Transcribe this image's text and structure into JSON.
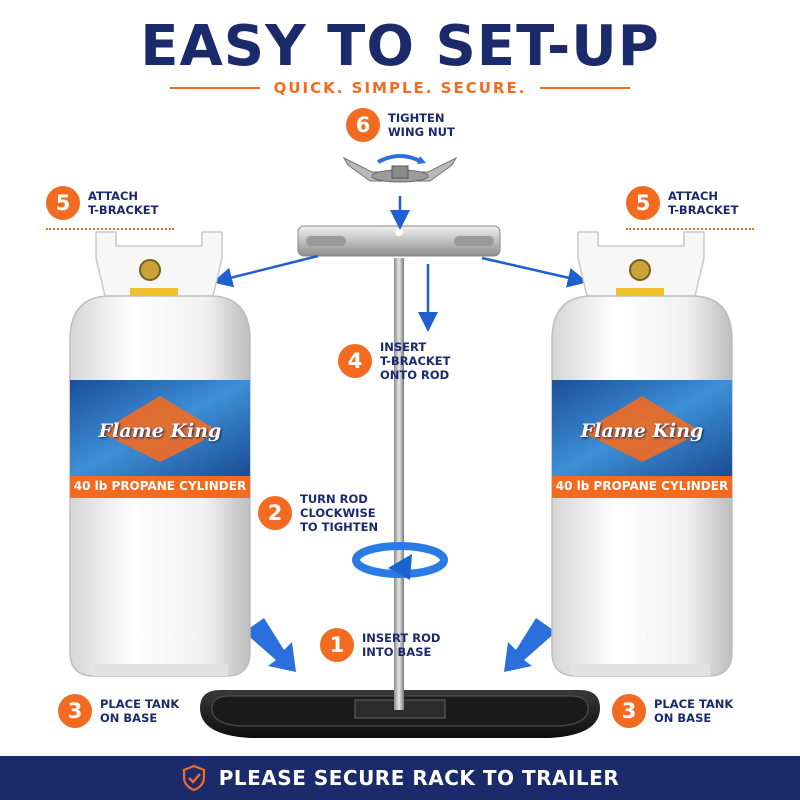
{
  "header": {
    "title": "EASY TO SET-UP",
    "subtitle": "QUICK. SIMPLE. SECURE."
  },
  "steps": [
    {
      "number": "1",
      "text": "INSERT ROD\nINTO BASE"
    },
    {
      "number": "2",
      "text": "TURN ROD\nCLOCKWISE\nTO TIGHTEN"
    },
    {
      "number": "3",
      "text": "PLACE TANK\nON BASE"
    },
    {
      "number": "3",
      "text": "PLACE TANK\nON BASE"
    },
    {
      "number": "4",
      "text": "INSERT\nT-BRACKET\nONTO ROD"
    },
    {
      "number": "5",
      "text": "ATTACH\nT-BRACKET"
    },
    {
      "number": "5",
      "text": "ATTACH\nT-BRACKET"
    },
    {
      "number": "6",
      "text": "TIGHTEN\nWING NUT"
    }
  ],
  "tank_left": {
    "brand": "Flame King",
    "label": "40 lb PROPANE CYLINDER"
  },
  "tank_right": {
    "brand": "Flame King",
    "label": "40 lb PROPANE CYLINDER"
  },
  "footer": {
    "text": "PLEASE SECURE RACK TO TRAILER",
    "icon": "shield-check-icon"
  },
  "colors": {
    "navy": "#1b2a6b",
    "orange": "#f26b21",
    "arrow_blue": "#1f5fd0",
    "tank_white": "#f4f4f4"
  }
}
